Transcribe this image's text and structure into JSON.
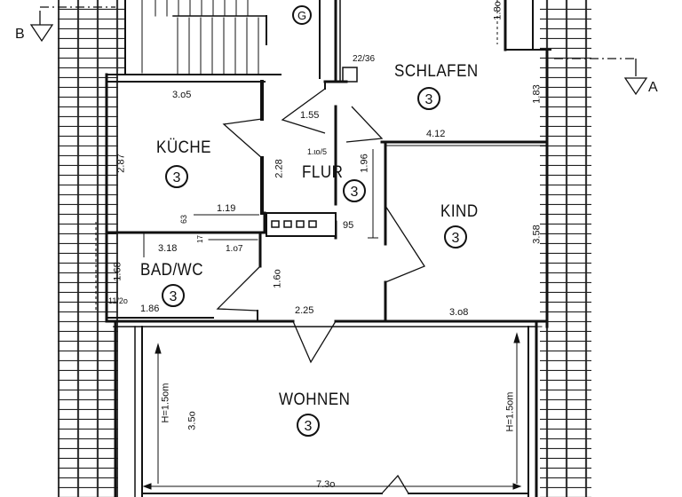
{
  "rooms": {
    "schlafen": "SCHLAFEN",
    "kueche": "KÜCHE",
    "flur": "FLUR",
    "kind": "KIND",
    "bad": "BAD/WC",
    "wohnen": "WOHNEN"
  },
  "circle_value": "3",
  "circle_g": "G",
  "section_markers": {
    "b": "B",
    "a": "A"
  },
  "dimensions": {
    "d_305": "3.o5",
    "d_155": "1.55",
    "d_2236": "22/36",
    "d_412": "4.12",
    "d_183": "1.83",
    "d_1801": "1.8o",
    "d_287": "2.87",
    "d_228": "2.28",
    "d_1495": "1.ɩo/5",
    "d_196": "1.96",
    "d_119": "1.19",
    "d_95": "95",
    "d_63": "63",
    "d_318": "3.18",
    "d_107": "1.o7",
    "d_17": "17",
    "d_168": "1.68",
    "d_160": "1.6o",
    "d_1120": "11/2o",
    "d_186": "1.86",
    "d_225": "2.25",
    "d_308": "3.o8",
    "d_358": "3.58",
    "d_350": "3.5o",
    "d_h150_left": "H=1.5om",
    "d_h150_right": "H=1.5om",
    "d_730": "7.3o"
  }
}
